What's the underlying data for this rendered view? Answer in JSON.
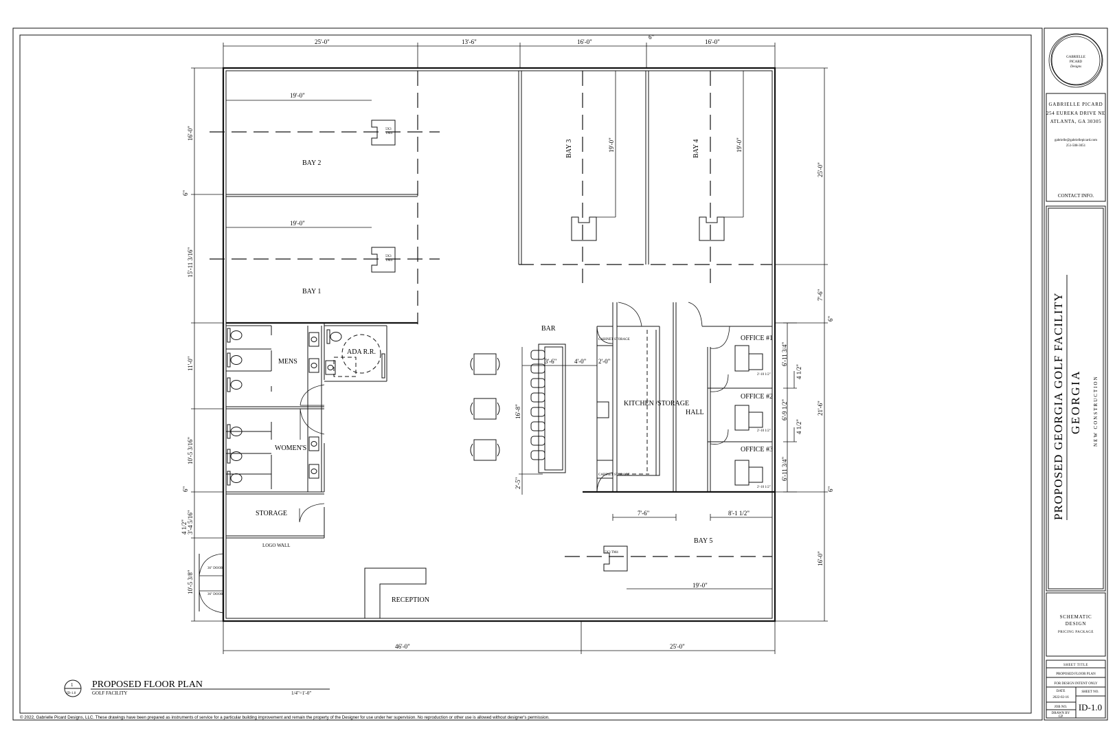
{
  "plan": {
    "rooms": {
      "bay2": "BAY 2",
      "bay1": "BAY 1",
      "bay3": "BAY 3",
      "bay4": "BAY 4",
      "bay5": "BAY 5",
      "bar": "BAR",
      "mens": "MENS",
      "ada": "ADA R.R.",
      "womens": "WOMEN'S",
      "storage": "STORAGE",
      "logo_wall": "LOGO WALL",
      "reception": "RECEPTION",
      "kitchen": "KITCHEN /STORAGE",
      "hall": "HALL",
      "office1": "OFFICE #1",
      "office2": "OFFICE #2",
      "office3": "OFFICE #3",
      "door36": "36\" DOOR",
      "cabinet": "CABINET STORAGE",
      "trackman": "5X3 TM4"
    },
    "dimensions": {
      "top_25": "25'-0\"",
      "top_13_6": "13'-6\"",
      "top_16a": "16'-0\"",
      "top_6": "6\"",
      "top_16b": "16'-0\"",
      "bay2_19": "19'-0\"",
      "bay1_19": "19'-0\"",
      "bay3_19": "19'-0\"",
      "bay4_19": "19'-0\"",
      "bay5_19": "19'-0\"",
      "left_16": "16'-0\"",
      "left_6a": "6\"",
      "left_15_11": "15'-11 3/16\"",
      "left_11": "11'-0\"",
      "left_10_5a": "10'-5 3/16\"",
      "left_6b": "6\"",
      "left_3_4": "3'-4 5/16\"",
      "left_4_5": "4 1/2\"",
      "left_10_5b": "10'-5 3/8\"",
      "right_25": "25'-0\"",
      "right_7_6": "7'-6\"",
      "right_6a": "6\"",
      "right_21_6": "21'-6\"",
      "right_6b": "6\"",
      "right_16": "16'-0\"",
      "off_6_11a": "6'-11 3/4\"",
      "off_4_5a": "4 1/2\"",
      "off_6_9": "6'-9 1/2\"",
      "off_4_5b": "4 1/2\"",
      "off_6_11b": "6'-11 3/4\"",
      "bar_3_6": "3'-6\"",
      "bar_4_0": "4'-0\"",
      "bar_2_0": "2'-0\"",
      "bar_16_8": "16'-8\"",
      "bar_2_5": "2'-5\"",
      "k_7_6": "7'-6\"",
      "k_8_1": "8'-1 1/2\"",
      "bot_46": "46'-0\"",
      "bot_25": "25'-0\"",
      "desk_dim": "2'-10 1/2\""
    },
    "caption": {
      "number": "1",
      "sheet": "ID-1.0",
      "title": "PROPOSED FLOOR PLAN",
      "subtitle": "GOLF FACILITY",
      "scale": "1/4\"=1'-0\""
    },
    "copyright": "© 2022, Gabrielle Picard Designs, LLC. These drawings have been prepared as instruments of service for a particular building improvement and remain the property of the Designer for use under her supervision.  No reproduction or other use is allowed without designer's permission."
  },
  "titleblock": {
    "logo": [
      "GABRIELLE",
      "PICARD",
      "Designs"
    ],
    "contact": {
      "name": "GABRIELLE PICARD",
      "street": "254 EUREKA DRIVE NE",
      "city": "ATLANTA, GA 30305",
      "email": "gabrielle@gabriellepicard.com",
      "phone": "251-508-3051",
      "label": "CONTACT INFO."
    },
    "project": {
      "name": "PROPOSED GEORGIA GOLF FACILITY",
      "state": "GEORGIA",
      "type": "NEW CONSTRUCTION"
    },
    "phase": {
      "line1": "SCHEMATIC",
      "line2": "DESIGN",
      "line3": "PRICING PACKAGE"
    },
    "sheet": {
      "title_label": "SHEET TITLE",
      "title": "PROPOSED FLOOR PLAN",
      "intent": "FOR DESIGN INTENT ONLY",
      "date_label": "DATE",
      "date": "2022-02-16",
      "sheet_no_label": "SHEET NO.",
      "job_label": "JOB NO.",
      "drawn_label": "DRAWN BY",
      "drawn": "GP",
      "sheet_no": "ID-1.0"
    }
  },
  "colors": {
    "ink": "#111111",
    "paper": "#ffffff"
  }
}
